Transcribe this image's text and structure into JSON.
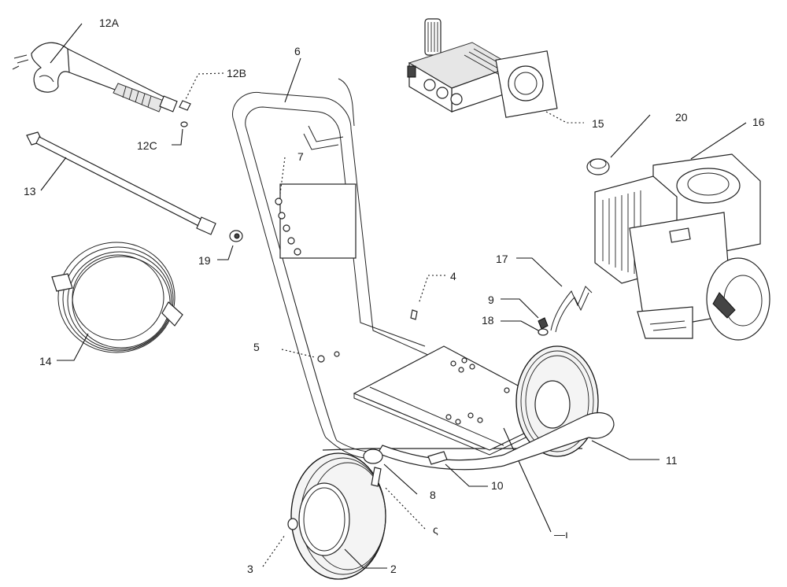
{
  "diagram": {
    "callouts": [
      {
        "id": "lbl-12a",
        "text": "12A",
        "part": "spray gun"
      },
      {
        "id": "lbl-12b",
        "text": "12B",
        "part": "nozzle tip"
      },
      {
        "id": "lbl-12c",
        "text": "12C",
        "part": "o-ring"
      },
      {
        "id": "lbl-13",
        "text": "13",
        "part": "lance"
      },
      {
        "id": "lbl-14",
        "text": "14",
        "part": "high pressure hose"
      },
      {
        "id": "lbl-19",
        "text": "19",
        "part": "quick coupler"
      },
      {
        "id": "lbl-6",
        "text": "6",
        "part": "handle frame"
      },
      {
        "id": "lbl-7",
        "text": "7",
        "part": "handle screws"
      },
      {
        "id": "lbl-4",
        "text": "4",
        "part": "bolt"
      },
      {
        "id": "lbl-5",
        "text": "5",
        "part": "bolt"
      },
      {
        "id": "lbl-15",
        "text": "15",
        "part": "pump"
      },
      {
        "id": "lbl-20",
        "text": "20",
        "part": "oil cap"
      },
      {
        "id": "lbl-16",
        "text": "16",
        "part": "engine"
      },
      {
        "id": "lbl-17",
        "text": "17",
        "part": "bracket"
      },
      {
        "id": "lbl-9",
        "text": "9",
        "part": "screw"
      },
      {
        "id": "lbl-18",
        "text": "18",
        "part": "washer"
      },
      {
        "id": "lbl-11",
        "text": "11",
        "part": "axle frame"
      },
      {
        "id": "lbl-10",
        "text": "10",
        "part": "axle"
      },
      {
        "id": "lbl-8",
        "text": "8",
        "part": "spacer"
      },
      {
        "id": "lbl-9b",
        "text": "ς",
        "part": "hub cap"
      },
      {
        "id": "lbl-1",
        "text": "—ı",
        "part": "base plate"
      },
      {
        "id": "lbl-3",
        "text": "3",
        "part": "cap"
      },
      {
        "id": "lbl-2",
        "text": "2",
        "part": "wheel"
      }
    ]
  }
}
